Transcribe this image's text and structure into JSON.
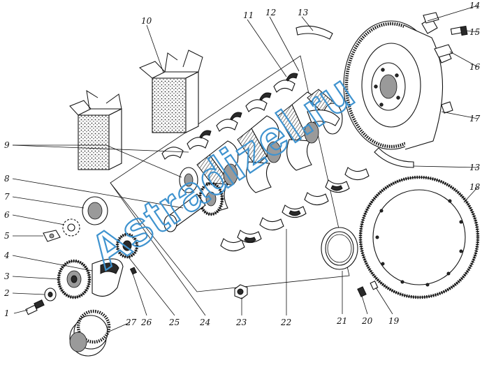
{
  "diagram": {
    "watermark": "Astradizel.ru",
    "callouts": [
      "1",
      "2",
      "3",
      "4",
      "5",
      "6",
      "7",
      "8",
      "9",
      "10",
      "11",
      "12",
      "13",
      "14",
      "15",
      "16",
      "17",
      "18",
      "19",
      "20",
      "21",
      "22",
      "23",
      "24",
      "25",
      "26",
      "27"
    ],
    "callout_13_repeat": "13"
  }
}
